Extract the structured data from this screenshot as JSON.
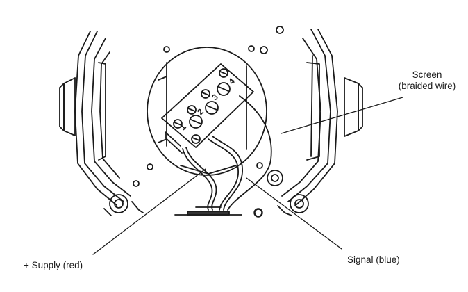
{
  "labels": {
    "screen_line1": "Screen",
    "screen_line2": "(braided wire)",
    "supply": "+ Supply (red)",
    "signal": "Signal (blue)"
  },
  "terminal_numbers": [
    "1",
    "2",
    "3",
    "4"
  ],
  "colors": {
    "ink": "#1a1a1a",
    "background": "#ffffff"
  }
}
